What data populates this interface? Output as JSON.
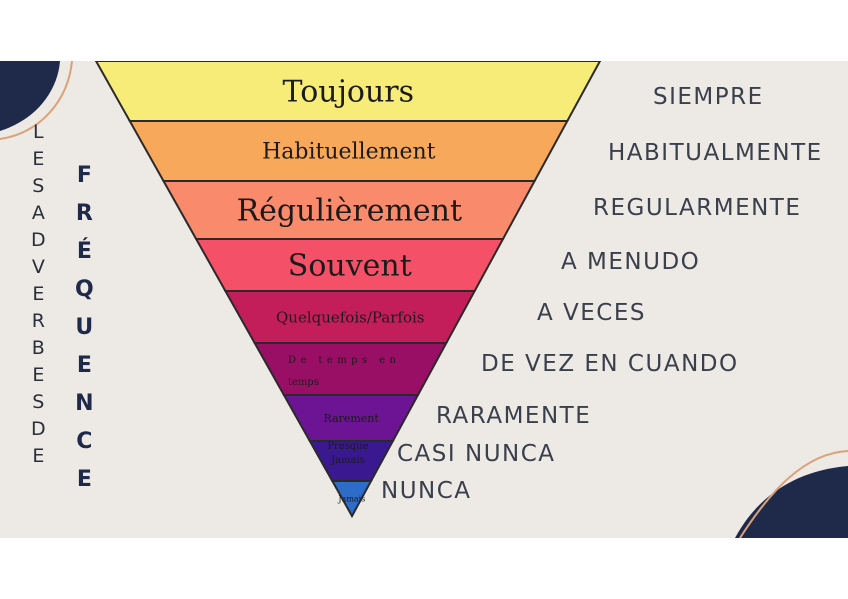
{
  "title_left_letters": [
    "L",
    "E",
    "S",
    "A",
    "D",
    "V",
    "E",
    "R",
    "B",
    "E",
    "S",
    "D",
    "E"
  ],
  "title_right_letters": [
    "F",
    "R",
    "É",
    "Q",
    "U",
    "E",
    "N",
    "C",
    "E"
  ],
  "levels": [
    {
      "fr": "Toujours",
      "es": "SIEMPRE",
      "color": "#f7ec78"
    },
    {
      "fr": "Habituellement",
      "es": "HABITUALMENTE",
      "color": "#f8a85a"
    },
    {
      "fr": "Régulièrement",
      "es": "REGULARMENTE",
      "color": "#f98a6c"
    },
    {
      "fr": "Souvent",
      "es": "A MENUDO",
      "color": "#f45068"
    },
    {
      "fr": "Quelquefois/Parfois",
      "es": "A VECES",
      "color": "#c41e5a"
    },
    {
      "fr": "De temps en temps",
      "es": "DE VEZ EN CUANDO",
      "color": "#9a0f66"
    },
    {
      "fr": "Rarement",
      "es": "RARAMENTE",
      "color": "#6c1494"
    },
    {
      "fr": "Presque Jamais",
      "es": "CASI NUNCA",
      "color": "#3a1890"
    },
    {
      "fr": "Jamais",
      "es": "NUNCA",
      "color": "#2d6cc8"
    }
  ],
  "colors": {
    "navy": "#1f2a4a",
    "accent_line": "#d9a27a",
    "panel": "#ede9e5"
  }
}
